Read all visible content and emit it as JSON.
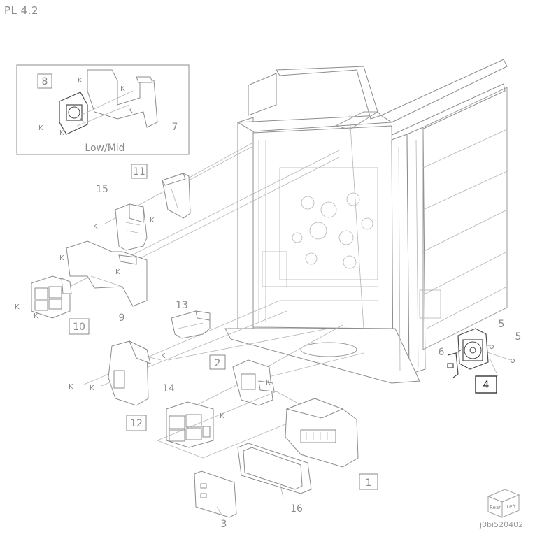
{
  "page": {
    "title": "PL 4.2",
    "document_id": "j0bi520402"
  },
  "inset": {
    "label": "Low/Mid"
  },
  "orientation_cube": {
    "face_rear": "Rear",
    "face_left": "Left"
  },
  "callouts": {
    "c1": "1",
    "c2": "2",
    "c3": "3",
    "c4": "4",
    "c5a": "5",
    "c5b": "5",
    "c6": "6",
    "c7": "7",
    "c8": "8",
    "c9": "9",
    "c10": "10",
    "c11": "11",
    "c12": "12",
    "c13": "13",
    "c14": "14",
    "c15": "15",
    "c16": "16"
  },
  "k_markers": {
    "k1": "K",
    "k2": "K",
    "k3": "K",
    "k4": "K",
    "k5": "K",
    "k6": "K",
    "k7": "K",
    "k8": "K",
    "k9": "K",
    "k10": "K",
    "k11": "K",
    "k12": "K",
    "k13": "K",
    "k14": "K",
    "k15": "K",
    "k16": "K",
    "k17": "K"
  }
}
